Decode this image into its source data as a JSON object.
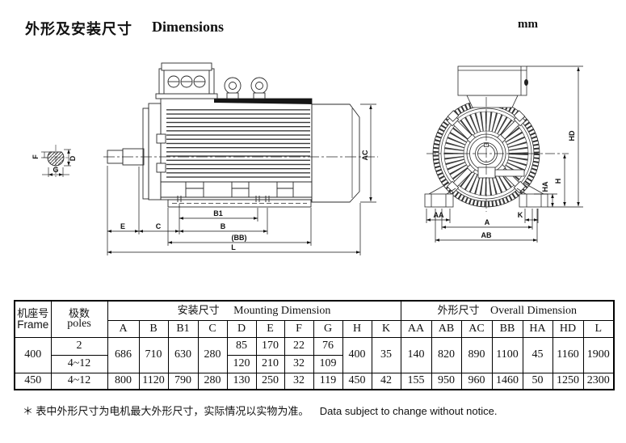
{
  "title": {
    "cn": "外形及安装尺寸",
    "en": "Dimensions",
    "unit": "mm"
  },
  "dim_labels": {
    "E": "E",
    "C": "C",
    "B1": "B1",
    "B": "B",
    "BB": "(BB)",
    "L": "L",
    "AC": "AC",
    "F": "F",
    "D": "D",
    "G": "G",
    "AA": "AA",
    "K": "K",
    "A": "A",
    "AB": "AB",
    "H": "H",
    "HA": "HA",
    "HD": "HD"
  },
  "table": {
    "frame_cn": "机座号",
    "frame_en": "Frame",
    "poles_cn": "极数",
    "poles_en": "poles",
    "mounting_cn": "安装尺寸",
    "mounting_en": "Mounting Dimension",
    "overall_cn": "外形尺寸",
    "overall_en": "Overall Dimension",
    "columns": [
      "A",
      "B",
      "B1",
      "C",
      "D",
      "E",
      "F",
      "G",
      "H",
      "K",
      "AA",
      "AB",
      "AC",
      "BB",
      "HA",
      "HD",
      "L"
    ],
    "rows": [
      {
        "frame": "400",
        "poles": "2",
        "A": "686",
        "B": "710",
        "B1": "630",
        "C": "280",
        "D": "85",
        "E": "170",
        "F": "22",
        "G": "76",
        "H": "400",
        "K": "35",
        "AA": "140",
        "AB": "820",
        "AC": "890",
        "BB": "1100",
        "HA": "45",
        "HD": "1160",
        "L": "1900"
      },
      {
        "frame": "400",
        "poles": "4~12",
        "D": "120",
        "E": "210",
        "F": "32",
        "G": "109"
      },
      {
        "frame": "450",
        "poles": "4~12",
        "A": "800",
        "B": "1120",
        "B1": "790",
        "C": "280",
        "D": "130",
        "E": "250",
        "F": "32",
        "G": "119",
        "H": "450",
        "K": "42",
        "AA": "155",
        "AB": "950",
        "AC": "960",
        "BB": "1460",
        "HA": "50",
        "HD": "1250",
        "L": "2300"
      }
    ]
  },
  "note": {
    "marker": "＊",
    "cn": "表中外形尺寸为电机最大外形尺寸，实际情况以实物为准。",
    "en": "Data subject to change without notice."
  }
}
